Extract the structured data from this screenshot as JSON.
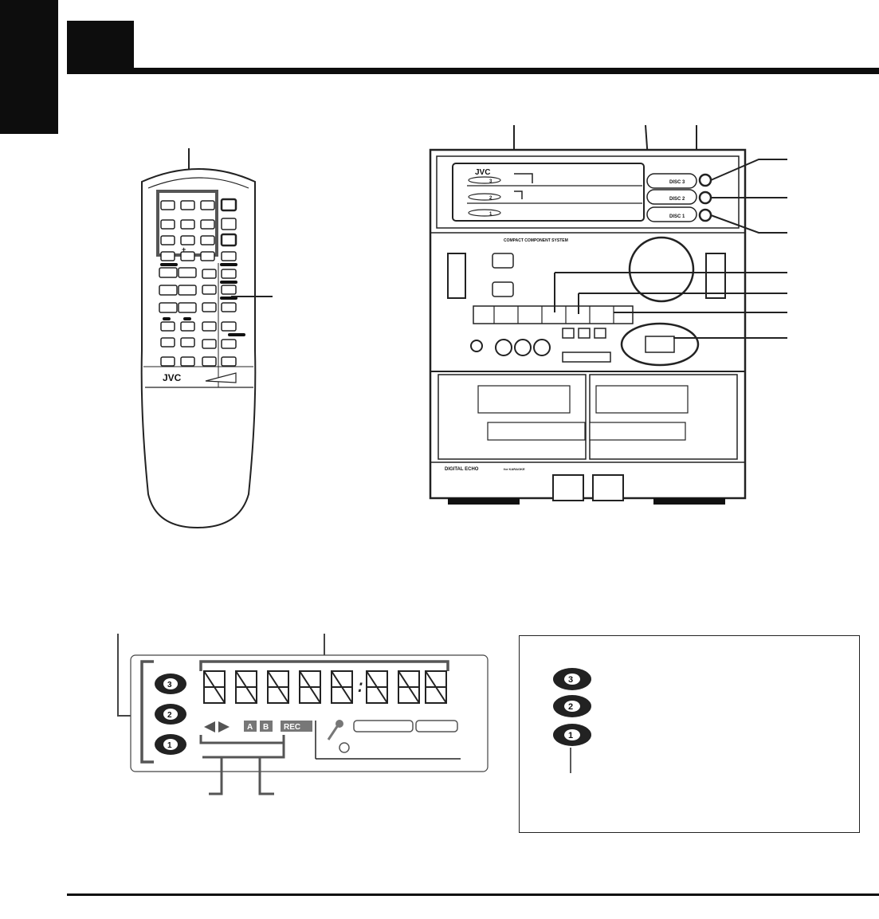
{
  "unit": {
    "brand": "JVC",
    "panel_text": "COMPACT COMPONENT SYSTEM",
    "echo_text": "DIGITAL  ECHO",
    "karaoke_text": "for KARAOKE",
    "disc_labels": [
      "3",
      "2",
      "1"
    ],
    "disc_buttons": [
      "DISC 3",
      "DISC 2",
      "DISC 1"
    ]
  },
  "remote": {
    "brand": "JVC",
    "plus_label": "+"
  },
  "display": {
    "a_label": "A",
    "b_label": "B",
    "rec_label": "REC",
    "colon": ":",
    "disc_numbers": [
      "3",
      "2",
      "1"
    ]
  },
  "inset": {
    "disc_numbers": [
      "3",
      "2",
      "1"
    ]
  }
}
